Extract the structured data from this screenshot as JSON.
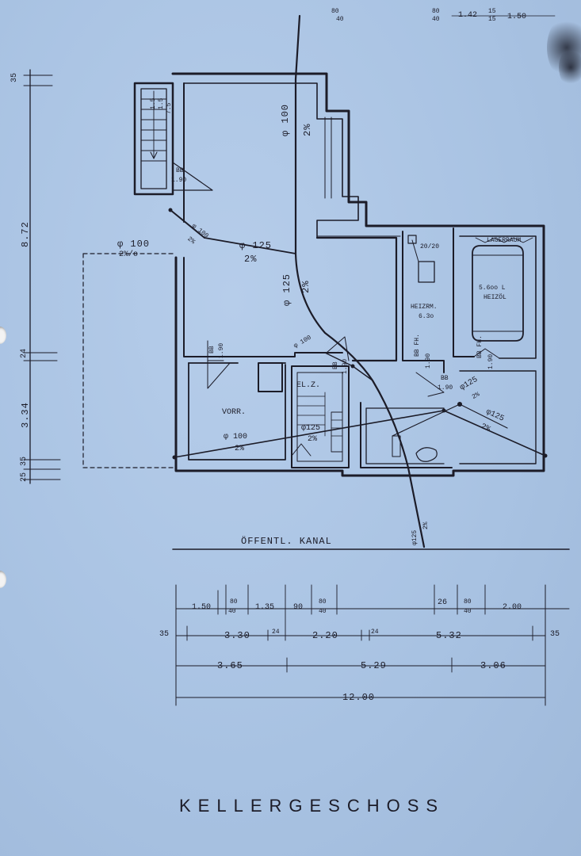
{
  "title": "KELLERGESCHOSS",
  "canal_label": "ÖFFENTL. KANAL",
  "rooms": {
    "vorr": "VORR.",
    "elz": "EL.Z.",
    "heizraum": "HEIZRM.",
    "heizraum_area": "6.3o",
    "lagerraum": "LAGERRAUM",
    "tank_cap": "5.6oo L",
    "tank_content": "HEIZÖL"
  },
  "pipes": {
    "d100_top": "φ 100",
    "pct2_top": "2%",
    "d100_left": "φ 100",
    "pct2_left": "2%/o",
    "d100_diag": "φ 100",
    "pct2_diag": "2%",
    "d125_mid": "φ 125",
    "pct2_mid": "2%",
    "d125_vert": "φ 125",
    "pct2_vert": "2%",
    "d100_center": "φ 100",
    "d100_bottom": "φ 100",
    "pct2_bottom": "2%",
    "d125_elz": "φ125",
    "pct2_elz": "2%",
    "d125_right1": "φ125",
    "pct2_right1": "2%",
    "d125_right2": "φ125",
    "pct2_right2": "2%",
    "d125_exit": "φ125",
    "pct2_exit": "2%",
    "size_2020": "20/20"
  },
  "openings": {
    "bb_stair": "BB",
    "bb_stair_h": "1.90",
    "bb_vorr": "BB",
    "bb_vorr_h": "1.90",
    "bb_mid": "BB",
    "bb_mid_h": "1.90",
    "bb_heiz": "BB FH.",
    "bb_heiz_h": "1.90",
    "bb_lower": "BB",
    "bb_lower_h": "1.90",
    "bb_lager": "BB FH.",
    "bb_lager_h": "1.90"
  },
  "left_dims": [
    "35",
    "8.72",
    "24",
    "3.34",
    "25",
    "35"
  ],
  "top_dims": {
    "t1": "80",
    "t1b": "40",
    "t2": "80",
    "t2b": "40",
    "t3": "1.42",
    "t4": "15",
    "t4b": "15",
    "t5": "1.50"
  },
  "dim_row1": [
    "1.50",
    "80",
    "40",
    "1.35",
    "90",
    "80",
    "40",
    "26",
    "80",
    "40",
    "2.00"
  ],
  "dim_row2": [
    "35",
    "3.30",
    "24",
    "2.20",
    "24",
    "5.32",
    "35"
  ],
  "dim_row3": [
    "3.65",
    "5.29",
    "3.06"
  ],
  "dim_row4": [
    "12.00"
  ],
  "stair_marks": [
    "1.5",
    "1.5",
    "7.5"
  ]
}
